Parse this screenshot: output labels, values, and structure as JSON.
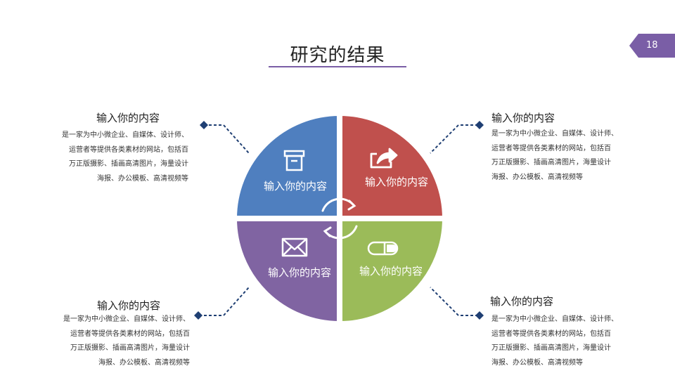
{
  "title": "研究的结果",
  "page_number": "18",
  "quadrants": [
    {
      "label": "输入你的内容",
      "color": "#4f7fbf",
      "icon": "archive-box-icon"
    },
    {
      "label": "输入你的内容",
      "color": "#c0504d",
      "icon": "share-arrow-icon"
    },
    {
      "label": "输入你的内容",
      "color": "#8064a2",
      "icon": "envelope-icon"
    },
    {
      "label": "输入你的内容",
      "color": "#9bbb59",
      "icon": "capsule-icon"
    }
  ],
  "callouts": [
    {
      "heading": "输入你的内容",
      "lines": [
        "是一家为中小微企业、自媒体、设计师、",
        "运营者等提供各类素材的网站，包括百",
        "万正版摄影、插画高清图片，海量设计",
        "海报、办公模板、高清视频等"
      ]
    },
    {
      "heading": "输入你的内容",
      "lines": [
        "是一家为中小微企业、自媒体、设计师、",
        "运营者等提供各类素材的网站，包括百",
        "万正版摄影、插画高清图片，海量设计",
        "海报、办公模板、高清视频等"
      ]
    },
    {
      "heading": "输入你的内容",
      "lines": [
        "是一家为中小微企业、自媒体、设计师、",
        "运营者等提供各类素材的网站，包括百",
        "万正版摄影、插画高清图片，海量设计",
        "海报、办公模板、高清视频等"
      ]
    },
    {
      "heading": "输入你的内容",
      "lines": [
        "是一家为中小微企业、自媒体、设计师、",
        "运营者等提供各类素材的网站，包括百",
        "万正版摄影、插画高清图片，海量设计",
        "海报、办公模板、高清视频等"
      ]
    }
  ],
  "colors": {
    "accent": "#7a5ea6",
    "connector": "#1f3f73"
  }
}
